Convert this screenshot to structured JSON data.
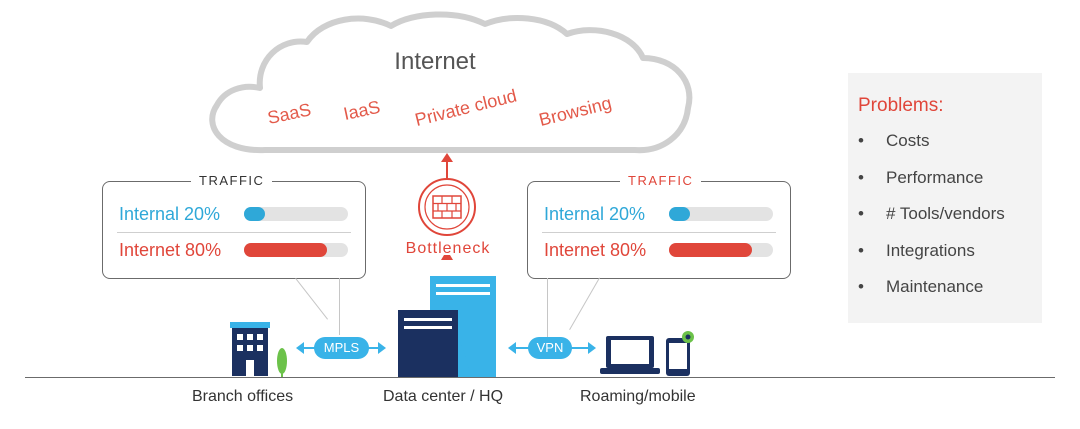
{
  "cloud": {
    "title": "Internet",
    "services": [
      "SaaS",
      "IaaS",
      "Private cloud",
      "Browsing"
    ]
  },
  "firewall": {
    "label": "Bottleneck",
    "icon": "firewall-icon"
  },
  "traffic_left": {
    "title": "TRAFFIC",
    "rows": [
      {
        "label": "Internal 20%",
        "percent": 20,
        "color": "#2fa8d8"
      },
      {
        "label": "Internet 80%",
        "percent": 80,
        "color": "#e0463a"
      }
    ]
  },
  "traffic_right": {
    "title": "TRAFFIC",
    "rows": [
      {
        "label": "Internal 20%",
        "percent": 20,
        "color": "#2fa8d8"
      },
      {
        "label": "Internet 80%",
        "percent": 80,
        "color": "#e0463a"
      }
    ]
  },
  "links": {
    "mpls": "MPLS",
    "vpn": "VPN"
  },
  "sites": {
    "branch": "Branch offices",
    "datacenter": "Data center / HQ",
    "roaming": "Roaming/mobile"
  },
  "problems": {
    "title": "Problems:",
    "items": [
      "Costs",
      "Performance",
      "# Tools/vendors",
      "Integrations",
      "Maintenance"
    ]
  },
  "colors": {
    "accent_red": "#e0463a",
    "accent_blue": "#39b3e8",
    "navy": "#1b3060"
  }
}
